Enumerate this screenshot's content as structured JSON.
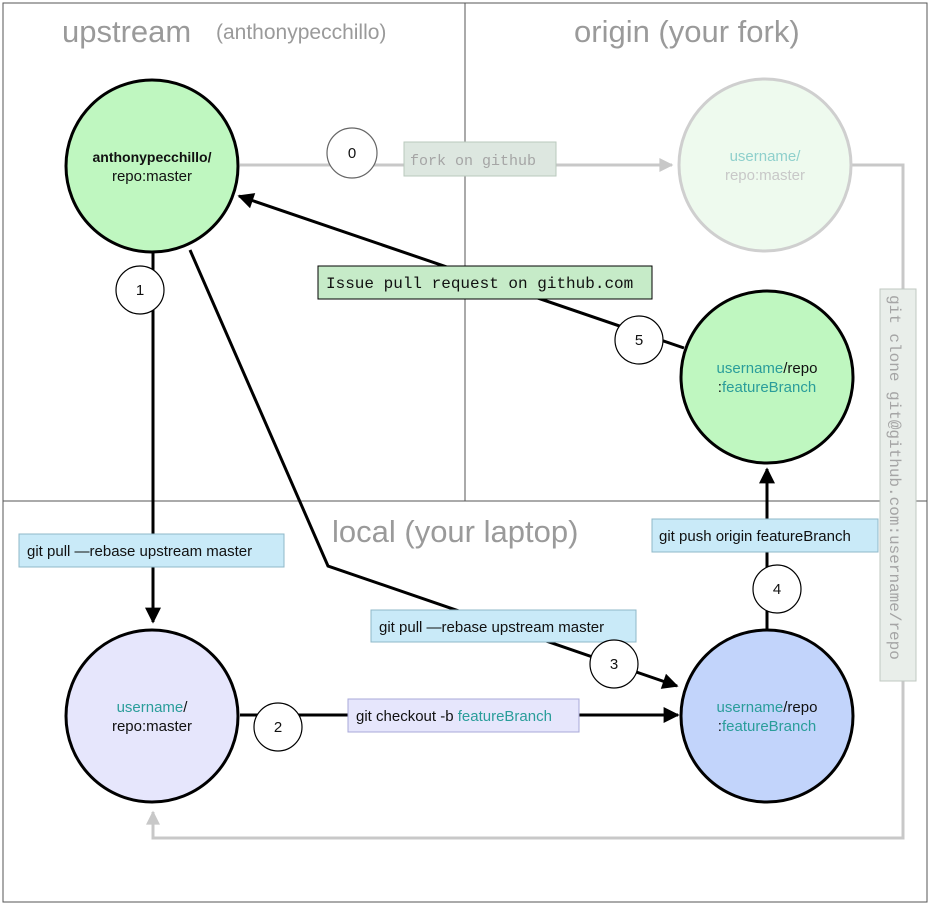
{
  "zones": {
    "upstream": {
      "title": "upstream",
      "subtitle": "(anthonypecchillo)"
    },
    "origin": {
      "title": "origin (your fork)"
    },
    "local": {
      "title": "local (your laptop)"
    }
  },
  "nodes": {
    "upstream_master": {
      "line1": "anthonypecchillo/",
      "line2": "repo:master"
    },
    "origin_master": {
      "line1": "username/",
      "line2": "repo:master"
    },
    "origin_feature": {
      "line1a": "username",
      "line1b": "/repo",
      "line2a": ":",
      "line2b": "featureBranch"
    },
    "local_master": {
      "line1a": "username",
      "line1b": "/",
      "line2": "repo:master"
    },
    "local_feature": {
      "line1a": "username",
      "line1b": "/repo",
      "line2a": ":",
      "line2b": "featureBranch"
    }
  },
  "steps": {
    "s0": "0",
    "s1": "1",
    "s2": "2",
    "s3": "3",
    "s4": "4",
    "s5": "5"
  },
  "labels": {
    "fork": "fork on github",
    "pull_request": "Issue pull request on github.com",
    "clone": "git clone git@github.com:username/repo",
    "pull_rebase_left": "git pull —rebase upstream master",
    "pull_rebase_mid": "git pull —rebase upstream master",
    "push": "git push origin featureBranch",
    "checkout_prefix": "git checkout -b ",
    "checkout_branch": "featureBranch"
  },
  "colors": {
    "upstream_fill": "#bff7c0",
    "origin_faded_fill": "#eefaee",
    "origin_feature_fill": "#bff7c0",
    "local_master_fill": "#e6e6fc",
    "local_feature_fill": "#c2d4fb",
    "label_blue": "#c9eaf8",
    "label_green": "#c6ebc8",
    "teal_text": "#2a9d9a"
  }
}
